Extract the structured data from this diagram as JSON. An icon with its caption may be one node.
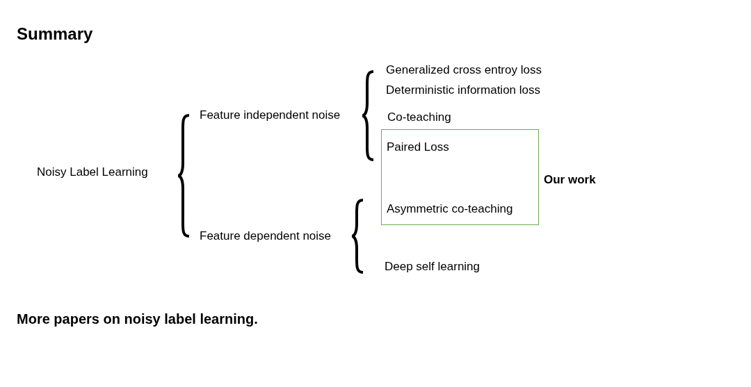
{
  "diagram": {
    "title": "Summary",
    "nodes": [
      {
        "text": [
          "Paired Loss",
          "Asymmetric co-teaching"
        ],
        "beside": [
          "Our work"
        ]
      }
    ],
    "labels": [
      "Generalized cross entroy loss",
      "Deterministic information loss",
      "Feature independent noise",
      "Co-teaching",
      "Noisy Label Learning",
      "Feature dependent noise",
      "Deep self learning",
      "More papers on noisy label learning."
    ]
  }
}
